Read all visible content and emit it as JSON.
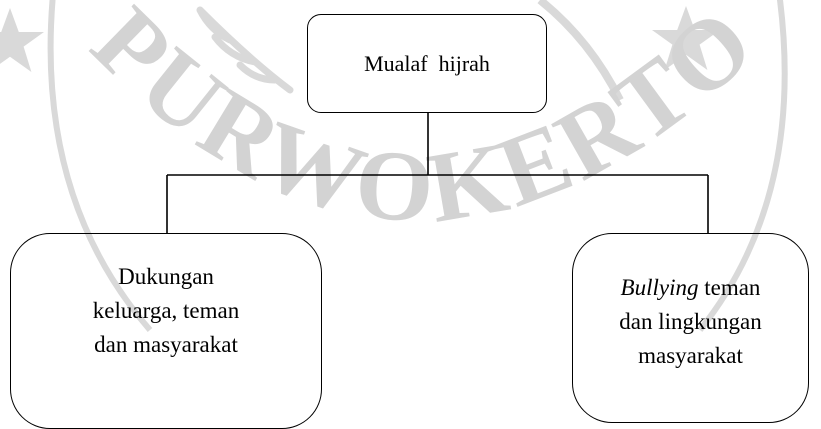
{
  "watermark": {
    "text": "PURWOKERTO",
    "color": "#d3d3d3"
  },
  "nodes": {
    "root": {
      "label": "Mualaf  hijrah"
    },
    "left": {
      "lines": [
        "Dukungan",
        "keluarga, teman",
        "dan masyarakat"
      ]
    },
    "right": {
      "line1_italic": "Bullying",
      "line1_rest": " teman",
      "line2": "dan lingkungan",
      "line3": "masyarakat"
    }
  },
  "colors": {
    "stroke": "#000000",
    "text": "#000000",
    "background": "#ffffff"
  }
}
